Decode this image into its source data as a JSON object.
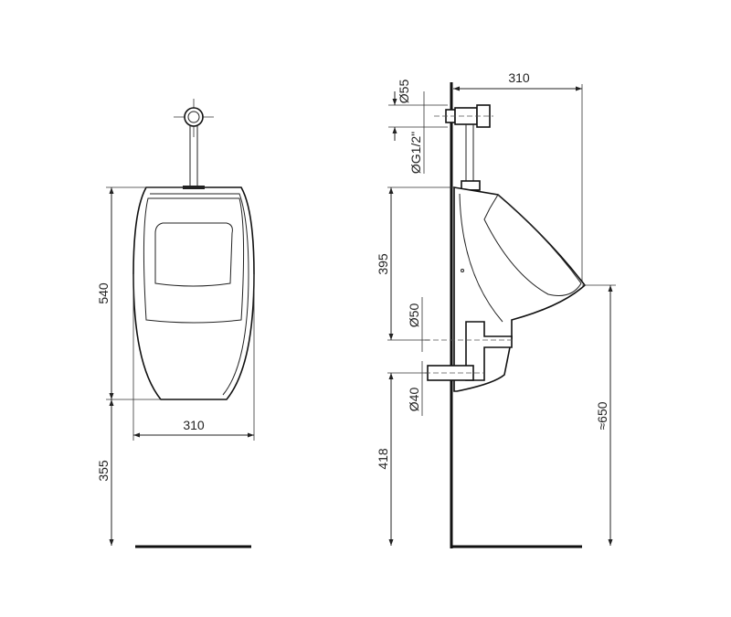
{
  "front_view": {
    "height_label": "540",
    "width_label": "310",
    "floor_height_label": "355"
  },
  "side_view": {
    "depth_label": "310",
    "inlet_diameter_label": "Ø55",
    "inlet_thread_label": "ØG1/2\"",
    "height_label": "395",
    "outlet_diameter_label": "Ø50",
    "outlet_small_diameter_label": "Ø40",
    "floor_height_label": "418",
    "rim_height_label": "≈650"
  }
}
